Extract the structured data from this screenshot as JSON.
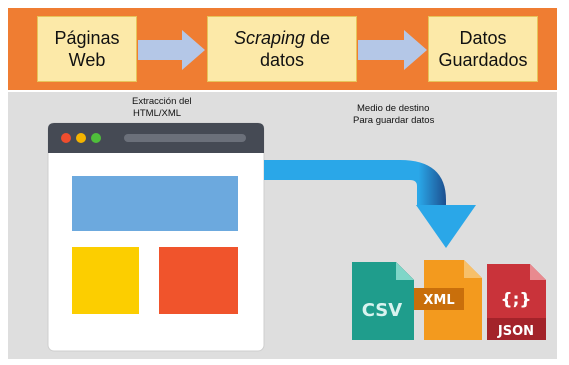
{
  "steps": [
    {
      "line1": "Páginas",
      "line2": "Web"
    },
    {
      "line1_italic": "Scraping",
      "line1_rest": " de",
      "line2": "datos"
    },
    {
      "line1": "Datos",
      "line2": "Guardados"
    }
  ],
  "captions": {
    "extract_line1": "Extracción del",
    "extract_line2": "HTML/XML",
    "dest_line1": "Medio de destino",
    "dest_line2": "Para guardar datos"
  },
  "files": {
    "csv": "CSV",
    "xml": "XML",
    "json_symbol": "{;}",
    "json": "JSON"
  },
  "colors": {
    "orange_band": "#ef7d32",
    "box_fill": "#fce9a8",
    "arrow_blue": "#2aa7e8",
    "csv_green": "#1f9d8c",
    "xml_orange": "#f39a1e",
    "json_red": "#c9333a"
  },
  "icons": [
    "browser-window-icon",
    "flow-arrow-icon",
    "csv-file-icon",
    "xml-file-icon",
    "json-file-icon"
  ]
}
